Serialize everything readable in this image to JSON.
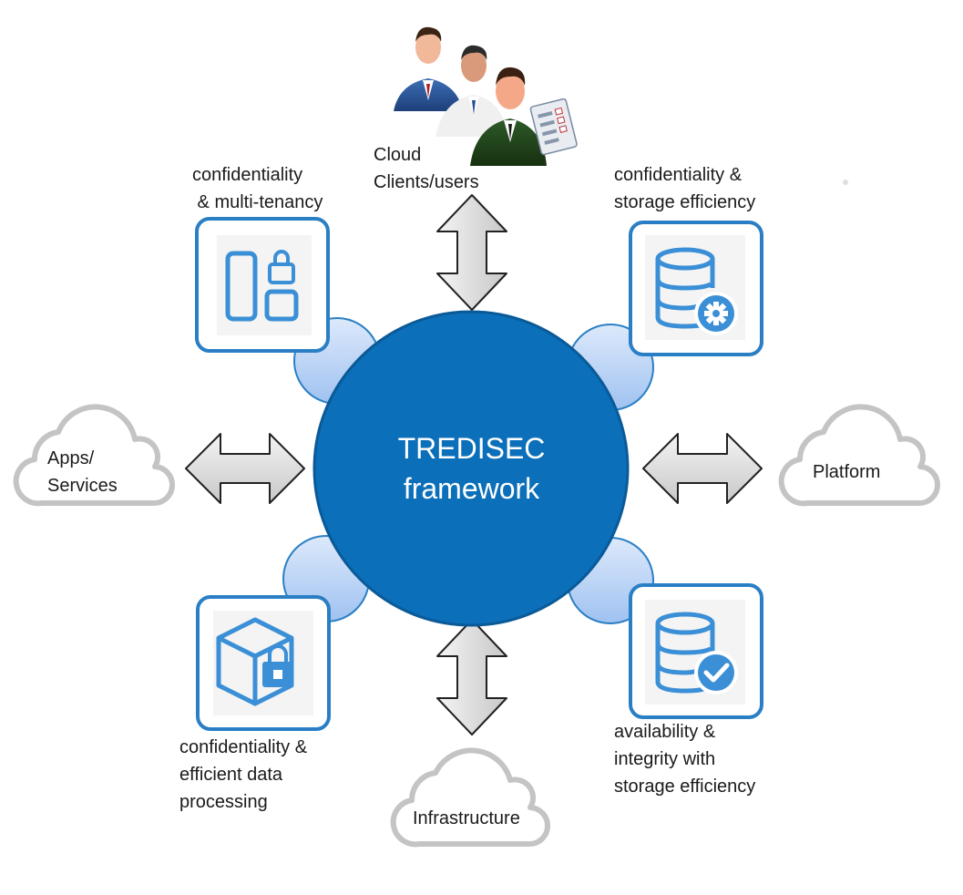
{
  "center": {
    "line1": "TREDISEC",
    "line2": "framework"
  },
  "users_label": {
    "line1": "Cloud",
    "line2": "Clients/users"
  },
  "clouds": {
    "left": {
      "line1": "Apps/",
      "line2": "Services"
    },
    "right": {
      "line1": "Platform"
    },
    "bottom": {
      "line1": "Infrastructure"
    }
  },
  "features": {
    "top_left": {
      "line1": "confidentiality",
      "line2": " & multi-tenancy",
      "icon": "multi-tenancy-lock-icon"
    },
    "top_right": {
      "line1": "confidentiality &",
      "line2": "storage efficiency",
      "icon": "database-gear-icon"
    },
    "bottom_left": {
      "line1": "confidentiality &",
      "line2": "efficient data",
      "line3": "processing",
      "icon": "box-lock-icon"
    },
    "bottom_right": {
      "line1": "availability &",
      "line2": "integrity with",
      "line3": "storage efficiency",
      "icon": "database-check-icon"
    }
  },
  "colors": {
    "center": "#0b6fba",
    "box_border": "#2a7fc4",
    "icon_blue": "#3a8fd6",
    "connector_light": "#dbe8fb",
    "connector_dark": "#9cc0f0",
    "arrow": "#d9d9d9",
    "cloud": "#c4c4c4"
  }
}
